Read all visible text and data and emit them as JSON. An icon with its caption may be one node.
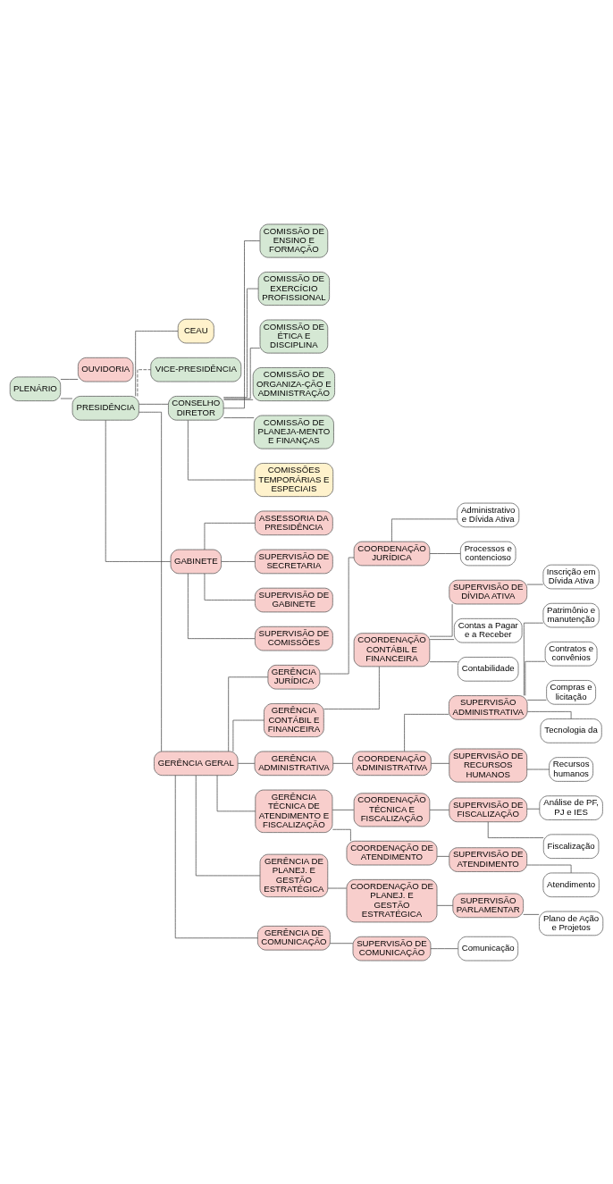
{
  "diagram": {
    "nodes": [
      {
        "text": [
          "PLENÁRIO"
        ]
      },
      {
        "text": [
          "OUVIDORIA"
        ]
      },
      {
        "text": [
          "PRESIDÊNCIA"
        ]
      },
      {
        "text": [
          "CEAU"
        ]
      },
      {
        "text": [
          "VICE-PRESIDÊNCIA"
        ]
      },
      {
        "text": [
          "CONSELHO DIRETOR"
        ]
      },
      {
        "text": [
          "COMISSÃO DE ENSINO E FORMAÇÃO"
        ]
      },
      {
        "text": [
          "COMISSÃO DE EXERCÍCIO PROFISSIONAL"
        ]
      },
      {
        "text": [
          "COMISSÃO DE ÉTICA E DISCIPLINA"
        ]
      },
      {
        "text": [
          "COMISSÃO DE ORGANIZA-ÇÃO E ADMINISTRAÇÃO"
        ]
      },
      {
        "text": [
          "COMISSÃO DE PLANEJA-MENTO E FINANÇAS"
        ]
      },
      {
        "text": [
          "COMISSÕES TEMPORÁRIAS E ESPECIAIS"
        ]
      },
      {
        "text": [
          "GABINETE"
        ]
      },
      {
        "text": [
          "ASSESSORIA DA PRESIDÊNCIA"
        ]
      },
      {
        "text": [
          "SUPERVISÃO DE SECRETARIA"
        ]
      },
      {
        "text": [
          "SUPERVISÃO DE GABINETE"
        ]
      },
      {
        "text": [
          "SUPERVISÃO DE COMISSÕES"
        ]
      },
      {
        "text": [
          "GERÊNCIA GERAL"
        ]
      },
      {
        "text": [
          "GERÊNCIA JURÍDICA"
        ]
      },
      {
        "text": [
          "COORDENAÇÃO JURÍDICA"
        ]
      },
      {
        "text": [
          "Administrativo e Dívida Ativa"
        ]
      },
      {
        "text": [
          "Processos e contencioso"
        ]
      },
      {
        "text": [
          "GERÊNCIA CONTÁBIL E FINANCEIRA"
        ]
      },
      {
        "text": [
          "COORDENAÇÃO CONTÁBIL E FINANCEIRA"
        ]
      },
      {
        "text": [
          "SUPERVISÃO DE DÍVIDA ATIVA"
        ]
      },
      {
        "text": [
          "Inscrição em Dívida Ativa"
        ]
      },
      {
        "text": [
          "Contas a Pagar e a Receber"
        ]
      },
      {
        "text": [
          "Contabilidade"
        ]
      },
      {
        "text": [
          "GERÊNCIA ADMINISTRATIVA"
        ]
      },
      {
        "text": [
          "COORDENAÇÃO ADMINISTRATIVA"
        ]
      },
      {
        "text": [
          "SUPERVISÃO ADMINISTRATIVA"
        ]
      },
      {
        "text": [
          "Patrimônio e manutenção"
        ]
      },
      {
        "text": [
          "Contratos e convênios"
        ]
      },
      {
        "text": [
          "Compras e licitação"
        ]
      },
      {
        "text": [
          "Tecnologia da"
        ]
      },
      {
        "text": [
          "SUPERVISÃO DE RECURSOS HUMANOS"
        ]
      },
      {
        "text": [
          "Recursos humanos"
        ]
      },
      {
        "text": [
          "GERÊNCIA TÉCNICA DE ATENDIMENTO E FISCALIZAÇÃO"
        ]
      },
      {
        "text": [
          "COORDENAÇÃO TÉCNICA E FISCALIZAÇÃO"
        ]
      },
      {
        "text": [
          "SUPERVISÃO DE FISCALIZAÇÃO"
        ]
      },
      {
        "text": [
          "Análise de PF, PJ e IES"
        ]
      },
      {
        "text": [
          "Fiscalização"
        ]
      },
      {
        "text": [
          "COORDENAÇÃO DE ATENDIMENTO"
        ]
      },
      {
        "text": [
          "SUPERVISÃO DE ATENDIMENTO"
        ]
      },
      {
        "text": [
          "Atendimento"
        ]
      },
      {
        "text": [
          "GERÊNCIA DE PLANEJ. E GESTÃO ESTRATÉGICA"
        ]
      },
      {
        "text": [
          "COORDENAÇÃO DE PLANEJ. E GESTÃO ESTRATÉGICA"
        ]
      },
      {
        "text": [
          "SUPERVISÃO PARLAMENTAR"
        ]
      },
      {
        "text": [
          "Plano de Ação e Projetos"
        ]
      },
      {
        "text": [
          "GERÊNCIA DE COMUNICAÇÃO"
        ]
      },
      {
        "text": [
          "SUPERVISÃO DE COMUNICAÇÃO"
        ]
      },
      {
        "text": [
          "Comunicação"
        ]
      }
    ],
    "edges": [
      {
        "from": 0,
        "to": 1,
        "arrow": "none"
      },
      {
        "from": 0,
        "to": 2,
        "arrow": "none"
      },
      {
        "from": 2,
        "to": 3,
        "arrow": "none"
      },
      {
        "from": 2,
        "to": 4,
        "arrow": "none",
        "style": "dashed"
      },
      {
        "from": 2,
        "to": 5,
        "arrow": "none"
      },
      {
        "from": 5,
        "to": 6,
        "arrow": "none"
      },
      {
        "from": 5,
        "to": 7,
        "arrow": "none"
      },
      {
        "from": 5,
        "to": 8,
        "arrow": "none"
      },
      {
        "from": 5,
        "to": 9,
        "arrow": "none"
      },
      {
        "from": 5,
        "to": 10,
        "arrow": "none"
      },
      {
        "from": 5,
        "to": 11,
        "arrow": "none"
      },
      {
        "from": 2,
        "to": 12,
        "arrow": "none"
      },
      {
        "from": 12,
        "to": 13,
        "arrow": "none"
      },
      {
        "from": 12,
        "to": 14,
        "arrow": "none"
      },
      {
        "from": 12,
        "to": 15,
        "arrow": "none"
      },
      {
        "from": 12,
        "to": 16,
        "arrow": "none"
      },
      {
        "from": 2,
        "to": 17,
        "arrow": "none"
      },
      {
        "from": 17,
        "to": 18,
        "arrow": "none"
      },
      {
        "from": 18,
        "to": 19,
        "arrow": "none"
      },
      {
        "from": 19,
        "to": 20,
        "arrow": "none"
      },
      {
        "from": 19,
        "to": 21,
        "arrow": "none"
      },
      {
        "from": 17,
        "to": 22,
        "arrow": "none"
      },
      {
        "from": 22,
        "to": 23,
        "arrow": "none"
      },
      {
        "from": 23,
        "to": 24,
        "arrow": "none"
      },
      {
        "from": 24,
        "to": 25,
        "arrow": "none"
      },
      {
        "from": 23,
        "to": 26,
        "arrow": "none"
      },
      {
        "from": 23,
        "to": 27,
        "arrow": "none"
      },
      {
        "from": 17,
        "to": 28,
        "arrow": "none"
      },
      {
        "from": 28,
        "to": 29,
        "arrow": "none"
      },
      {
        "from": 29,
        "to": 30,
        "arrow": "none"
      },
      {
        "from": 30,
        "to": 31,
        "arrow": "none"
      },
      {
        "from": 30,
        "to": 32,
        "arrow": "none"
      },
      {
        "from": 30,
        "to": 33,
        "arrow": "none"
      },
      {
        "from": 30,
        "to": 34,
        "arrow": "none"
      },
      {
        "from": 29,
        "to": 35,
        "arrow": "none"
      },
      {
        "from": 35,
        "to": 36,
        "arrow": "none"
      },
      {
        "from": 17,
        "to": 37,
        "arrow": "none"
      },
      {
        "from": 37,
        "to": 38,
        "arrow": "none"
      },
      {
        "from": 38,
        "to": 39,
        "arrow": "none"
      },
      {
        "from": 39,
        "to": 40,
        "arrow": "none"
      },
      {
        "from": 39,
        "to": 41,
        "arrow": "none"
      },
      {
        "from": 37,
        "to": 42,
        "arrow": "none"
      },
      {
        "from": 42,
        "to": 43,
        "arrow": "none"
      },
      {
        "from": 43,
        "to": 44,
        "arrow": "none"
      },
      {
        "from": 17,
        "to": 45,
        "arrow": "none"
      },
      {
        "from": 45,
        "to": 46,
        "arrow": "none"
      },
      {
        "from": 46,
        "to": 47,
        "arrow": "none"
      },
      {
        "from": 47,
        "to": 48,
        "arrow": "none"
      },
      {
        "from": 17,
        "to": 49,
        "arrow": "none"
      },
      {
        "from": 49,
        "to": 50,
        "arrow": "none"
      },
      {
        "from": 50,
        "to": 51,
        "arrow": "none"
      }
    ]
  }
}
